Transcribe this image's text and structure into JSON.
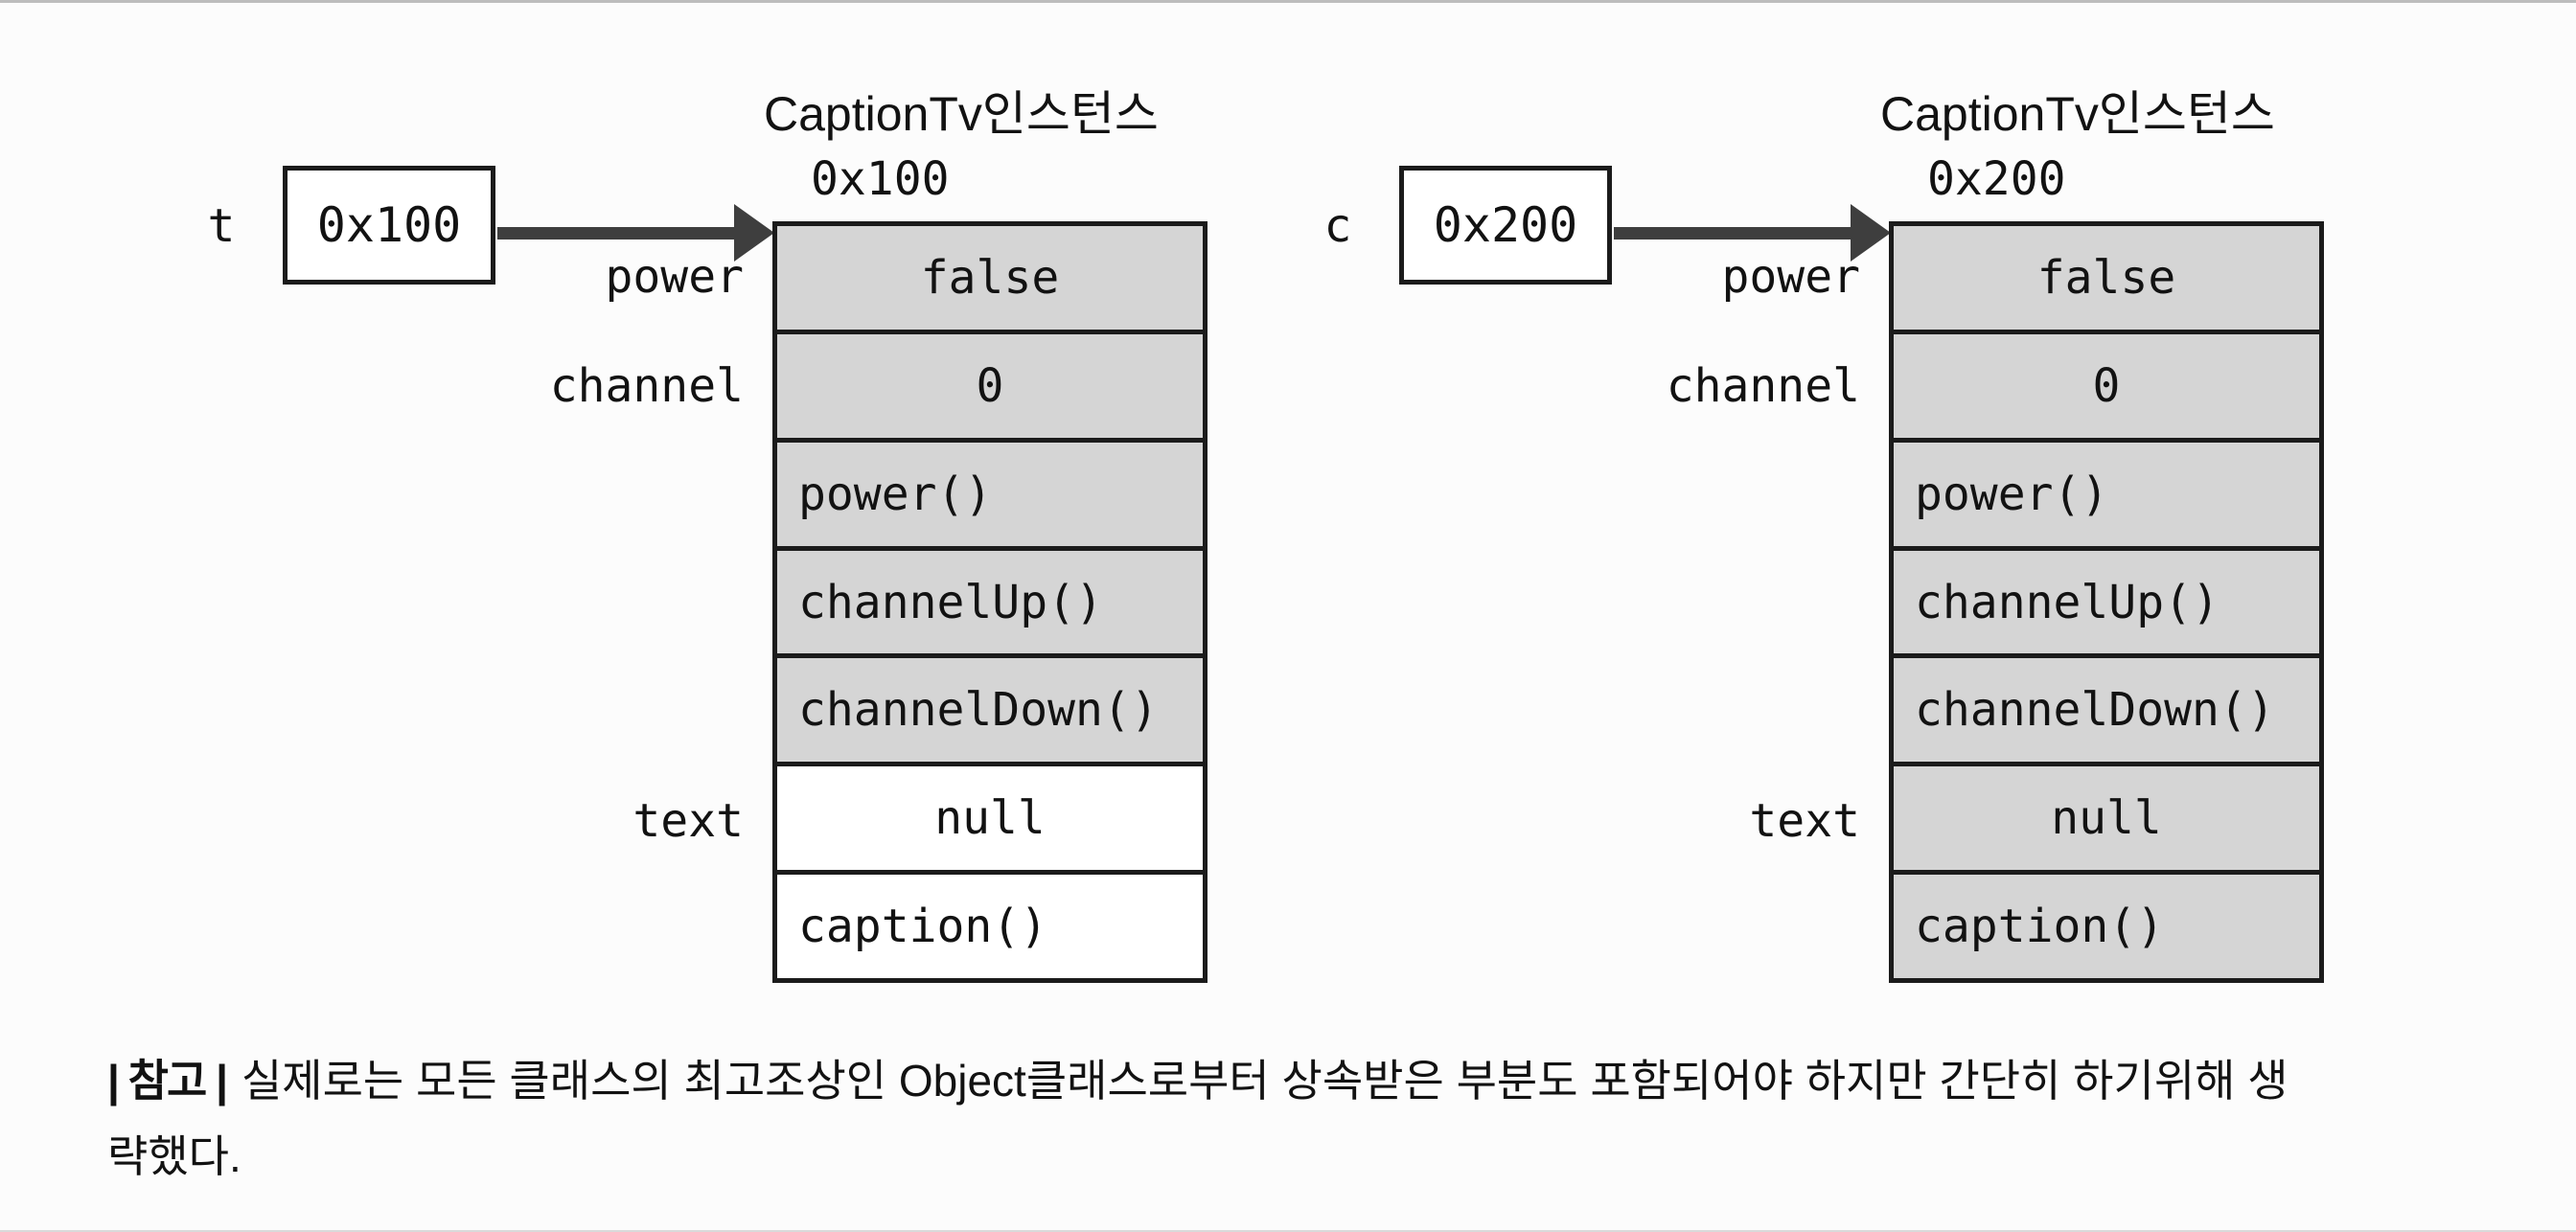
{
  "diagrams": [
    {
      "var_name": "t",
      "var_value": "0x100",
      "title": "CaptionTv인스턴스",
      "address": "0x100",
      "field_labels": [
        "power",
        "channel",
        "text"
      ],
      "rows": [
        {
          "label": "false",
          "shaded": true,
          "align": "center"
        },
        {
          "label": "0",
          "shaded": true,
          "align": "center"
        },
        {
          "label": "power()",
          "shaded": true,
          "align": "left"
        },
        {
          "label": "channelUp()",
          "shaded": true,
          "align": "left"
        },
        {
          "label": "channelDown()",
          "shaded": true,
          "align": "left"
        },
        {
          "label": "null",
          "shaded": false,
          "align": "center"
        },
        {
          "label": "caption()",
          "shaded": false,
          "align": "left"
        }
      ]
    },
    {
      "var_name": "c",
      "var_value": "0x200",
      "title": "CaptionTv인스턴스",
      "address": "0x200",
      "field_labels": [
        "power",
        "channel",
        "text"
      ],
      "rows": [
        {
          "label": "false",
          "shaded": true,
          "align": "center"
        },
        {
          "label": "0",
          "shaded": true,
          "align": "center"
        },
        {
          "label": "power()",
          "shaded": true,
          "align": "left"
        },
        {
          "label": "channelUp()",
          "shaded": true,
          "align": "left"
        },
        {
          "label": "channelDown()",
          "shaded": true,
          "align": "left"
        },
        {
          "label": "null",
          "shaded": true,
          "align": "center"
        },
        {
          "label": "caption()",
          "shaded": true,
          "align": "left"
        }
      ]
    }
  ],
  "note": {
    "marker": "| 참고 |",
    "line1": "실제로는 모든 클래스의 최고조상인 Object클래스로부터 상속받은 부분도 포함되어야 하지만 간단히 하기위해 생",
    "line2": "략했다."
  },
  "colors": {
    "cell_gray": "#d5d5d5",
    "line": "#1b1b1b",
    "arrow": "#3e3e3e",
    "bg": "#fcfcfc",
    "ink": "#121212"
  }
}
